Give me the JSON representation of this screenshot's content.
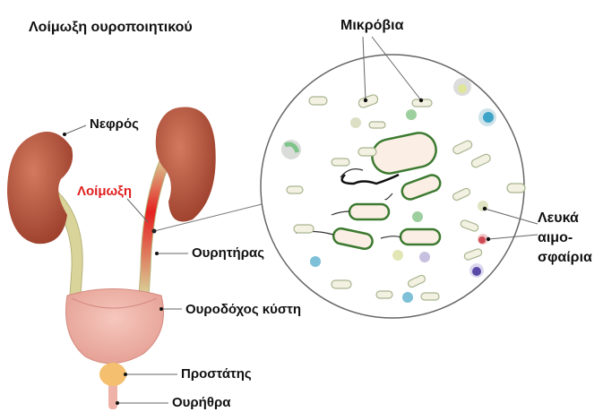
{
  "title": "Λοίμωξη ουροποιητικού",
  "labels": {
    "kidney": "Νεφρός",
    "infection": "Λοίμωξη",
    "ureter": "Ουρητήρας",
    "bladder": "Ουροδόχος κύστη",
    "prostate": "Προστάτης",
    "urethra": "Ουρήθρα",
    "microbes": "Μικρόβια",
    "wbc_1": "Λευκά",
    "wbc_2": "αιμο-",
    "wbc_3": "σφαίρια"
  },
  "colors": {
    "infection": "#e02020",
    "kidney": "#b5533c",
    "ureter": "#d9d49a",
    "bladder": "#eeb2a8",
    "prostate": "#f4c070",
    "bacteria": "#3c7a30"
  }
}
